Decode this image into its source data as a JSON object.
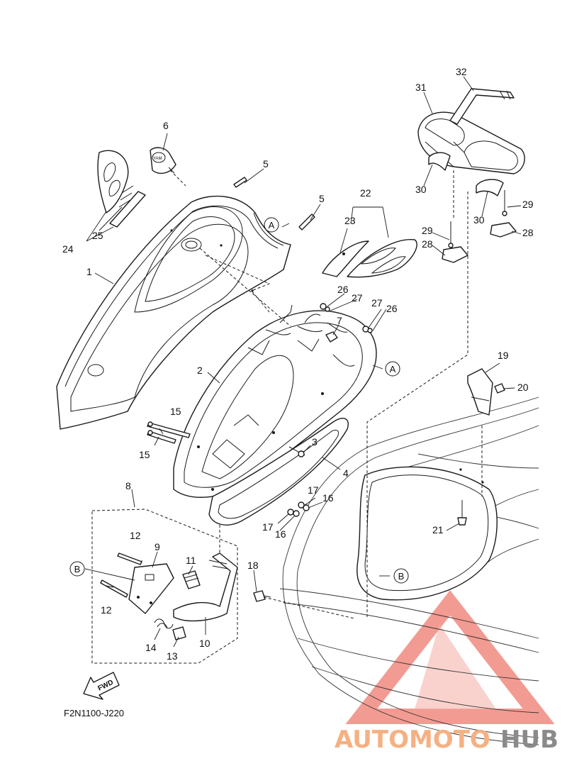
{
  "diagram_code": "F2N1100-J220",
  "fwd_label": "FWD",
  "ref_a": "A",
  "ref_b": "B",
  "labels": {
    "p1": "1",
    "p2": "2",
    "p3": "3",
    "p4": "4",
    "p5a": "5",
    "p5b": "5",
    "p6": "6",
    "p7": "7",
    "p8": "8",
    "p9": "9",
    "p10": "10",
    "p11": "11",
    "p12a": "12",
    "p12b": "12",
    "p13": "13",
    "p14": "14",
    "p15a": "15",
    "p15b": "15",
    "p16a": "16",
    "p16b": "16",
    "p17a": "17",
    "p17b": "17",
    "p18": "18",
    "p19": "19",
    "p20": "20",
    "p21": "21",
    "p22": "22",
    "p23": "23",
    "p24": "24",
    "p25": "25",
    "p26a": "26",
    "p26b": "26",
    "p27a": "27",
    "p27b": "27",
    "p28a": "28",
    "p28b": "28",
    "p29a": "29",
    "p29b": "29",
    "p30a": "30",
    "p30b": "30",
    "p31": "31",
    "p32": "32"
  },
  "watermark": {
    "part1": "AUTOMOTO",
    "part2": "HUB",
    "color1": "#f5b183",
    "color2": "#8a8a8a",
    "logo_color": "#f08a80"
  },
  "sticker_text": "YAM"
}
